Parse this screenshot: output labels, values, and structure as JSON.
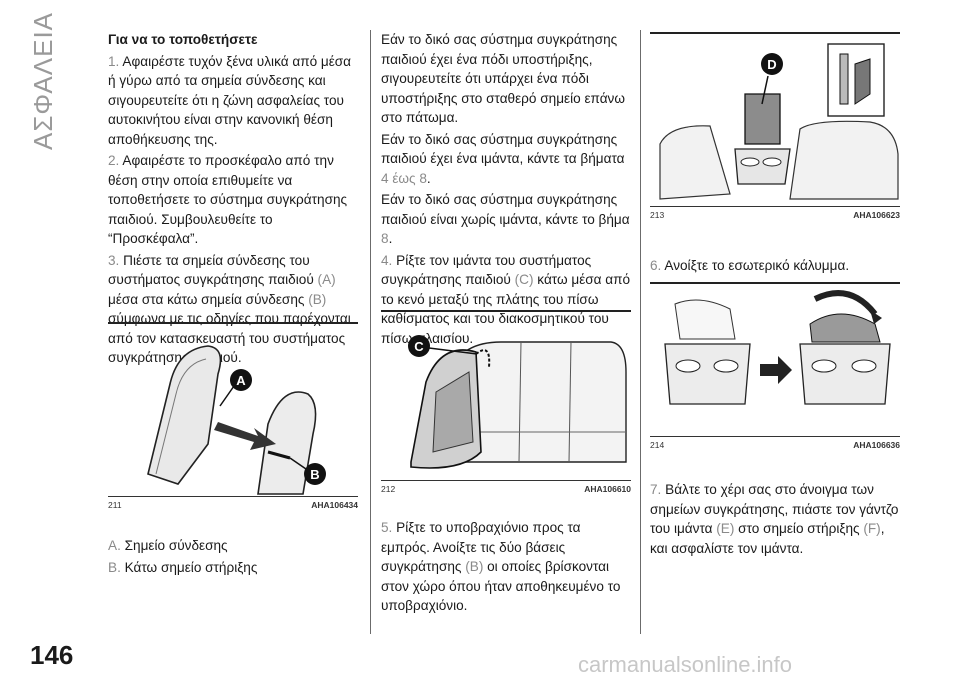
{
  "side_title": "ΑΣΦΑΛΕΙΑ",
  "page_number": "146",
  "watermark": "carmanualsonline.info",
  "col1": {
    "heading": "Για να το τοποθετήσετε",
    "steps": [
      {
        "num": "1.",
        "text": "Αφαιρέστε τυχόν ξένα υλικά από μέσα ή γύρω από τα σημεία σύνδεσης και σιγουρευτείτε ότι η ζώνη ασφαλείας του αυτοκινήτου είναι στην κανονική θέση αποθήκευσης της."
      },
      {
        "num": "2.",
        "text": "Αφαιρέστε το προσκέφαλο από την θέση στην οποία επιθυμείτε να τοποθετήσετε το σύστημα συγκράτησης παιδιού. Συμβουλευθείτε το “Προσκέφαλα”."
      },
      {
        "num": "3.",
        "text_a": "Πιέστε τα σημεία σύνδεσης του συστήματος συγκράτησης παιδιού ",
        "ref_a": "(A)",
        "text_b": " μέσα στα κάτω σημεία σύνδεσης ",
        "ref_b": "(B)",
        "text_c": " σύμφωνα με τις οδηγίες που παρέχονται από τον κατασκευαστή του συστήματος συγκράτησης παιδιού."
      }
    ],
    "figure": {
      "label_a": "A",
      "label_b": "B",
      "number": "211",
      "code": "AHA106434"
    },
    "legend": [
      {
        "key": "A.",
        "text": "Σημείο σύνδεσης"
      },
      {
        "key": "B.",
        "text": "Κάτω σημείο στήριξης"
      }
    ]
  },
  "col2": {
    "paragraphs": [
      {
        "text_a": "Εάν το δικό σας σύστημα συγκράτησης παιδιού έχει ένα πόδι υποστήριξης, σιγουρευτείτε ότι υπάρχει ένα πόδι υποστήριξης στο σταθερό σημείο επάνω στο πάτωμα."
      },
      {
        "text_a": "Εάν το δικό σας σύστημα συγκράτησης παιδιού έχει ένα ιμάντα, κάντε τα βήματα ",
        "ref": "4 έως 8",
        "text_b": "."
      },
      {
        "text_a": "Εάν το δικό σας σύστημα συγκράτησης παιδιού είναι χωρίς ιμάντα, κάντε το βήμα ",
        "ref": "8",
        "text_b": "."
      }
    ],
    "step4": {
      "num": "4.",
      "text_a": "Ρίξτε τον ιμάντα του συστήματος συγκράτησης παιδιού ",
      "ref": "(C)",
      "text_b": " κάτω μέσα από το κενό μεταξύ της πλάτης του πίσω καθίσματος και του διακοσμητικού του πίσω πλαισίου."
    },
    "figure": {
      "label_c": "C",
      "number": "212",
      "code": "AHA106610"
    },
    "step5": {
      "num": "5.",
      "text_a": "Ρίξτε το υποβραχιόνιο προς τα εμπρός. Ανοίξτε τις δύο βάσεις συγκράτησης ",
      "ref": "(B)",
      "text_b": " οι οποίες βρίσκονται στον χώρο όπου ήταν αποθηκευμένο το υποβραχιόνιο."
    }
  },
  "col3": {
    "figure_top": {
      "label_d": "D",
      "number": "213",
      "code": "AHA106623"
    },
    "step6": {
      "num": "6.",
      "text": "Ανοίξτε το εσωτερικό κάλυμμα."
    },
    "figure_mid": {
      "number": "214",
      "code": "AHA106636"
    },
    "step7": {
      "num": "7.",
      "text_a": "Βάλτε το χέρι σας στο άνοιγμα των σημείων συγκράτησης, πιάστε τον γάντζο του ιμάντα ",
      "ref_a": "(E)",
      "text_b": " στο σημείο στήριξης ",
      "ref_b": "(F)",
      "text_c": ", και ασφαλίστε τον ιμάντα."
    }
  }
}
